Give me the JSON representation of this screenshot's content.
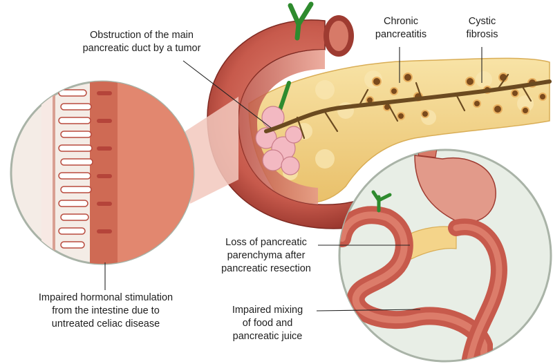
{
  "labels": {
    "tumor_obstruction": "Obstruction of the main\npancreatic duct by a tumor",
    "chronic_pancreatitis": "Chronic\npancreatitis",
    "cystic_fibrosis": "Cystic\nfibrosis",
    "celiac_disease": "Impaired hormonal stimulation\nfrom the intestine due to\nuntreated celiac disease",
    "pancreatic_resection": "Loss of pancreatic\nparenchyma after\npancreatic resection",
    "impaired_mixing": "Impaired mixing\nof food and\npancreatic juice"
  },
  "colors": {
    "intestine": "#c75a4c",
    "intestine_dark": "#8f2f27",
    "pancreas": "#f4d48a",
    "duct": "#6b4a20",
    "tumor": "#f3b9c2",
    "bile_duct": "#2e8b2e",
    "circle_bg": "#e8eee6",
    "leader": "#222222"
  }
}
